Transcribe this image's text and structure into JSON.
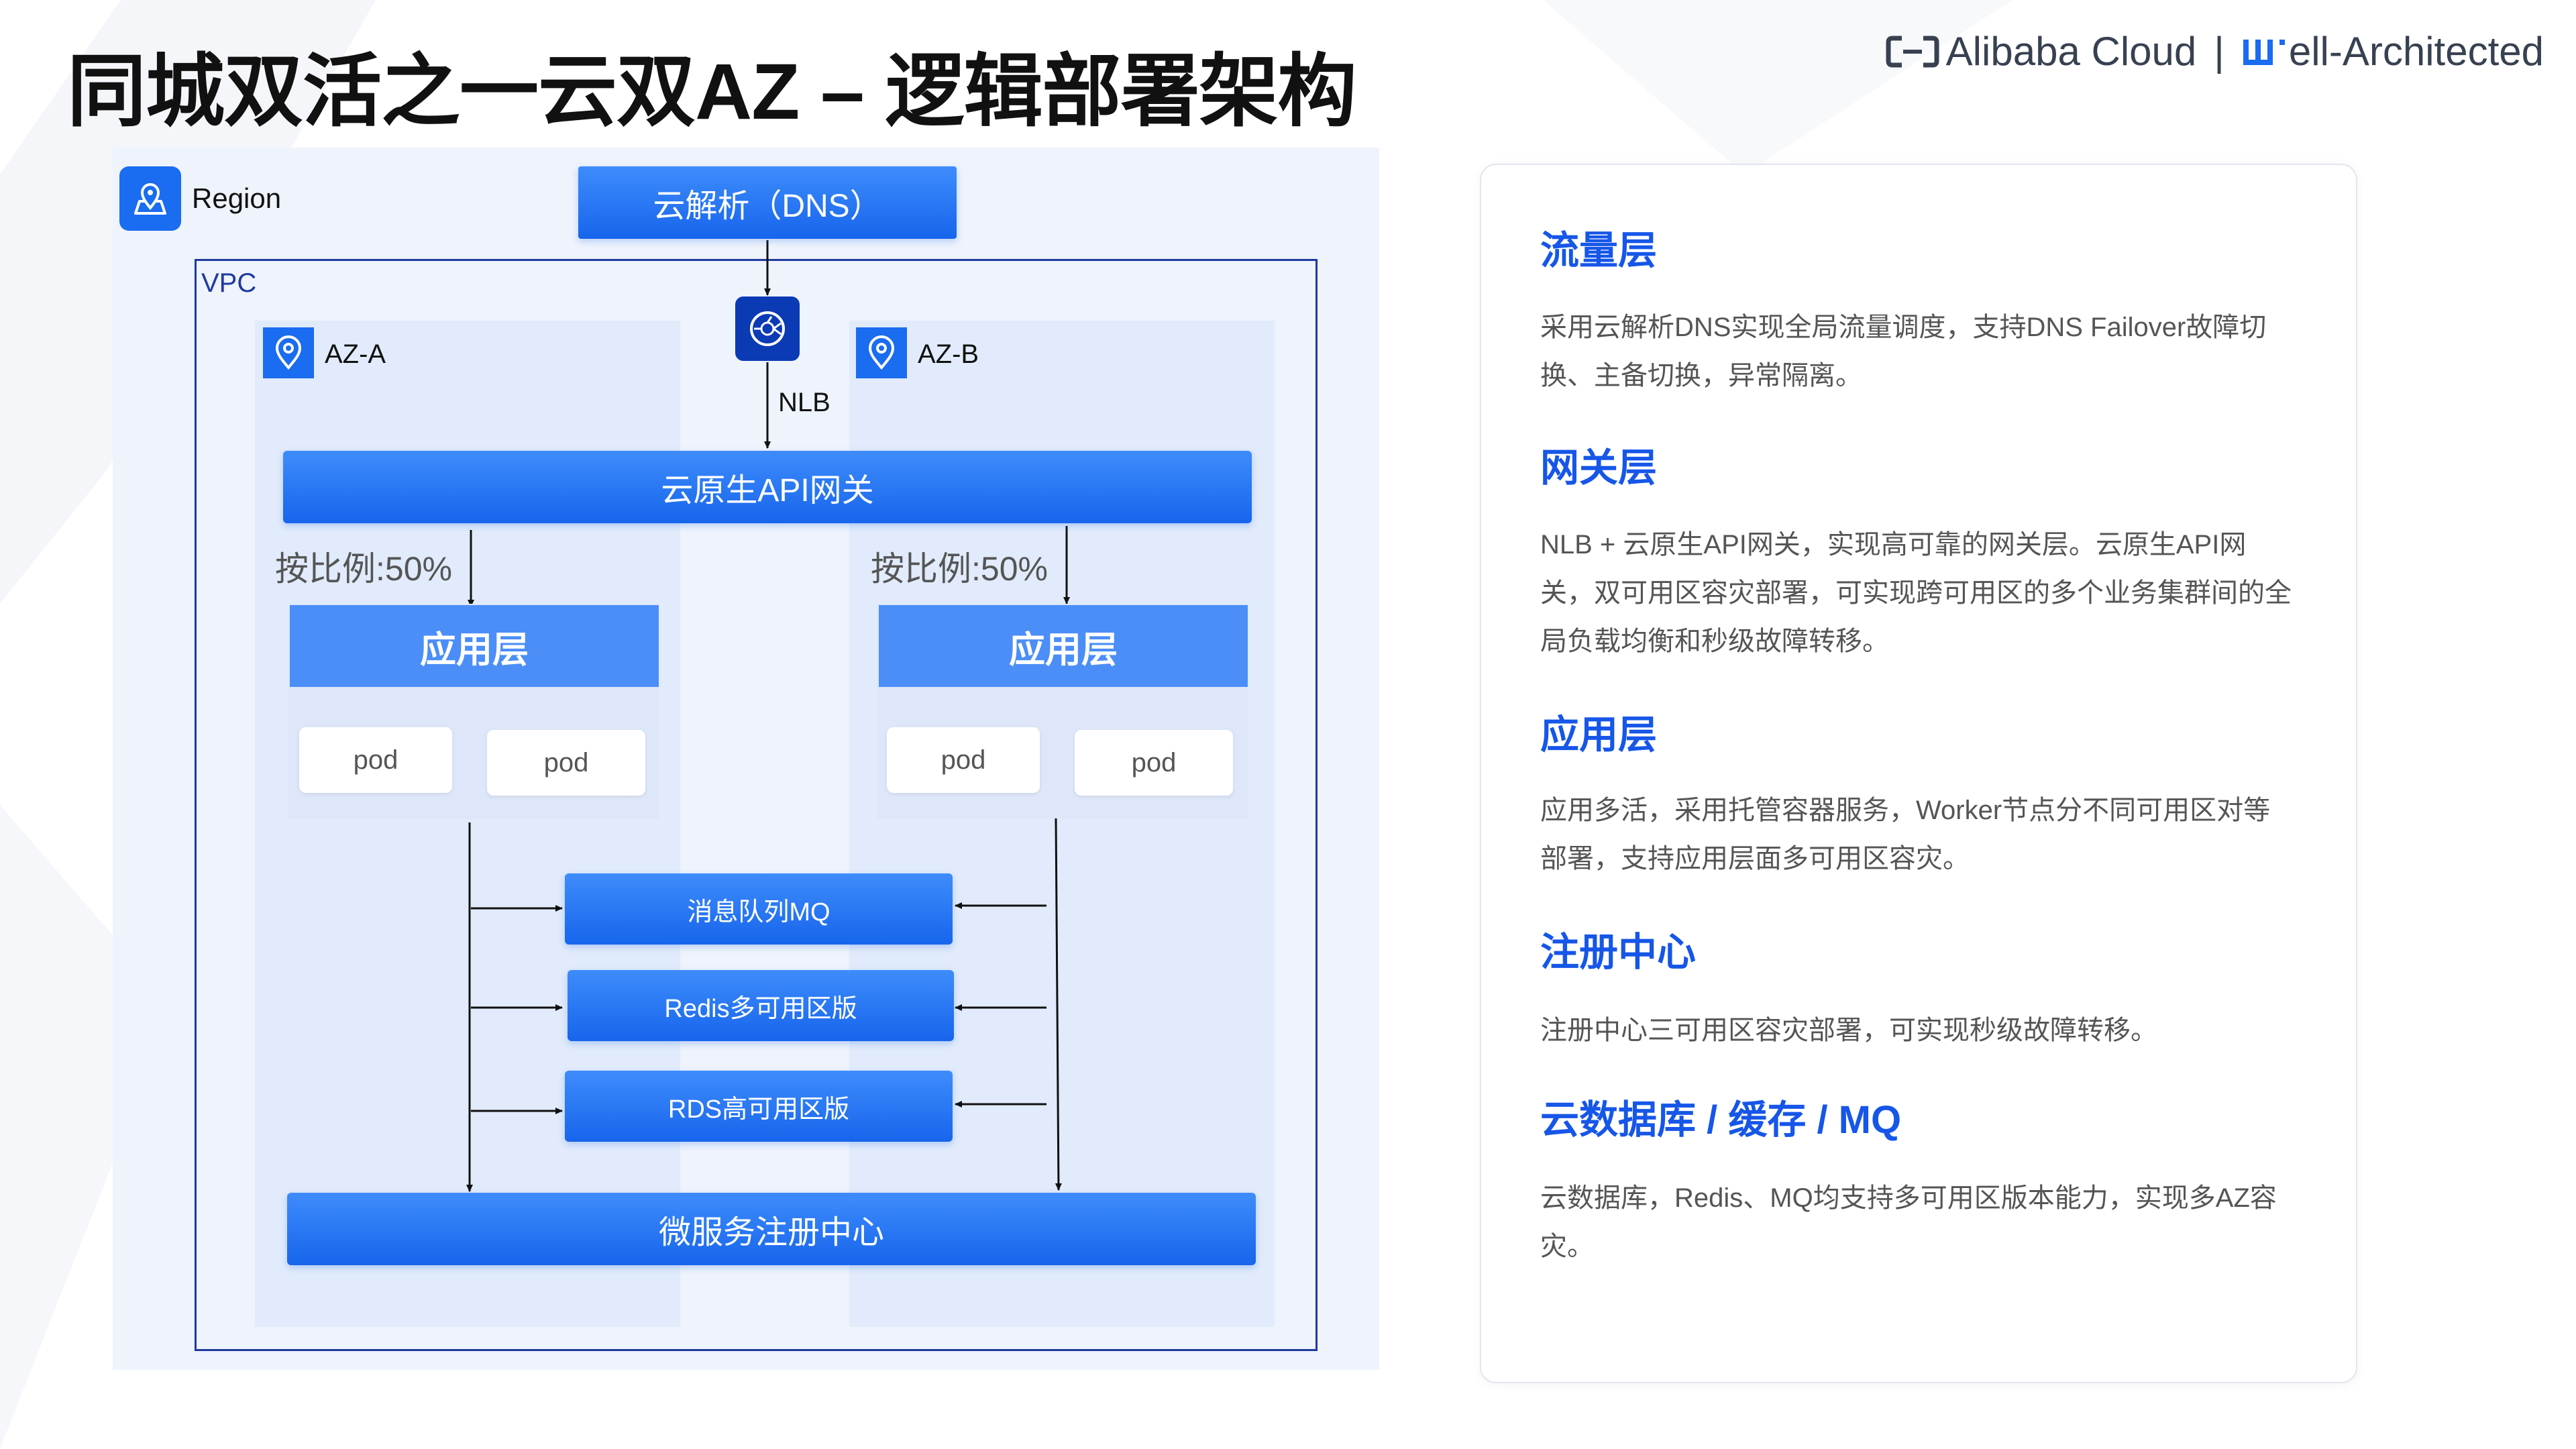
{
  "header": {
    "title": "同城双活之一云双AZ – 逻辑部署架构",
    "brand": {
      "alibaba": "Alibaba Cloud",
      "separator": "|",
      "wa": "ell-Architected"
    }
  },
  "diagram": {
    "region_label": "Region",
    "vpc_label": "VPC",
    "az_a_label": "AZ-A",
    "az_b_label": "AZ-B",
    "dns_label": "云解析（DNS）",
    "nlb_label": "NLB",
    "gateway_label": "云原生API网关",
    "ratio_a": "按比例:50%",
    "ratio_b": "按比例:50%",
    "app_layer_a": "应用层",
    "app_layer_b": "应用层",
    "pods_a": [
      "pod",
      "pod"
    ],
    "pods_b": [
      "pod",
      "pod"
    ],
    "services": [
      "消息队列MQ",
      "Redis多可用区版",
      "RDS高可用区版"
    ],
    "registry_label": "微服务注册中心"
  },
  "sections": [
    {
      "title": "流量层",
      "text": "采用云解析DNS实现全局流量调度，支持DNS Failover故障切换、主备切换，异常隔离。"
    },
    {
      "title": "网关层",
      "text": "NLB + 云原生API网关，实现高可靠的网关层。云原生API网关，双可用区容灾部署，可实现跨可用区的多个业务集群间的全局负载均衡和秒级故障转移。"
    },
    {
      "title": "应用层",
      "text": "应用多活，采用托管容器服务，Worker节点分不同可用区对等部署，支持应用层面多可用区容灾。"
    },
    {
      "title": "注册中心",
      "text": "注册中心三可用区容灾部署，可实现秒级故障转移。"
    },
    {
      "title": "云数据库 / 缓存 / MQ",
      "text": "云数据库，Redis、MQ均支持多可用区版本能力，实现多AZ容灾。"
    }
  ],
  "colors": {
    "accent": "#1a6cf0",
    "title_blue": "#1656e8",
    "vpc_border": "#1f3a9e",
    "nlb": "#0b3ab5"
  }
}
